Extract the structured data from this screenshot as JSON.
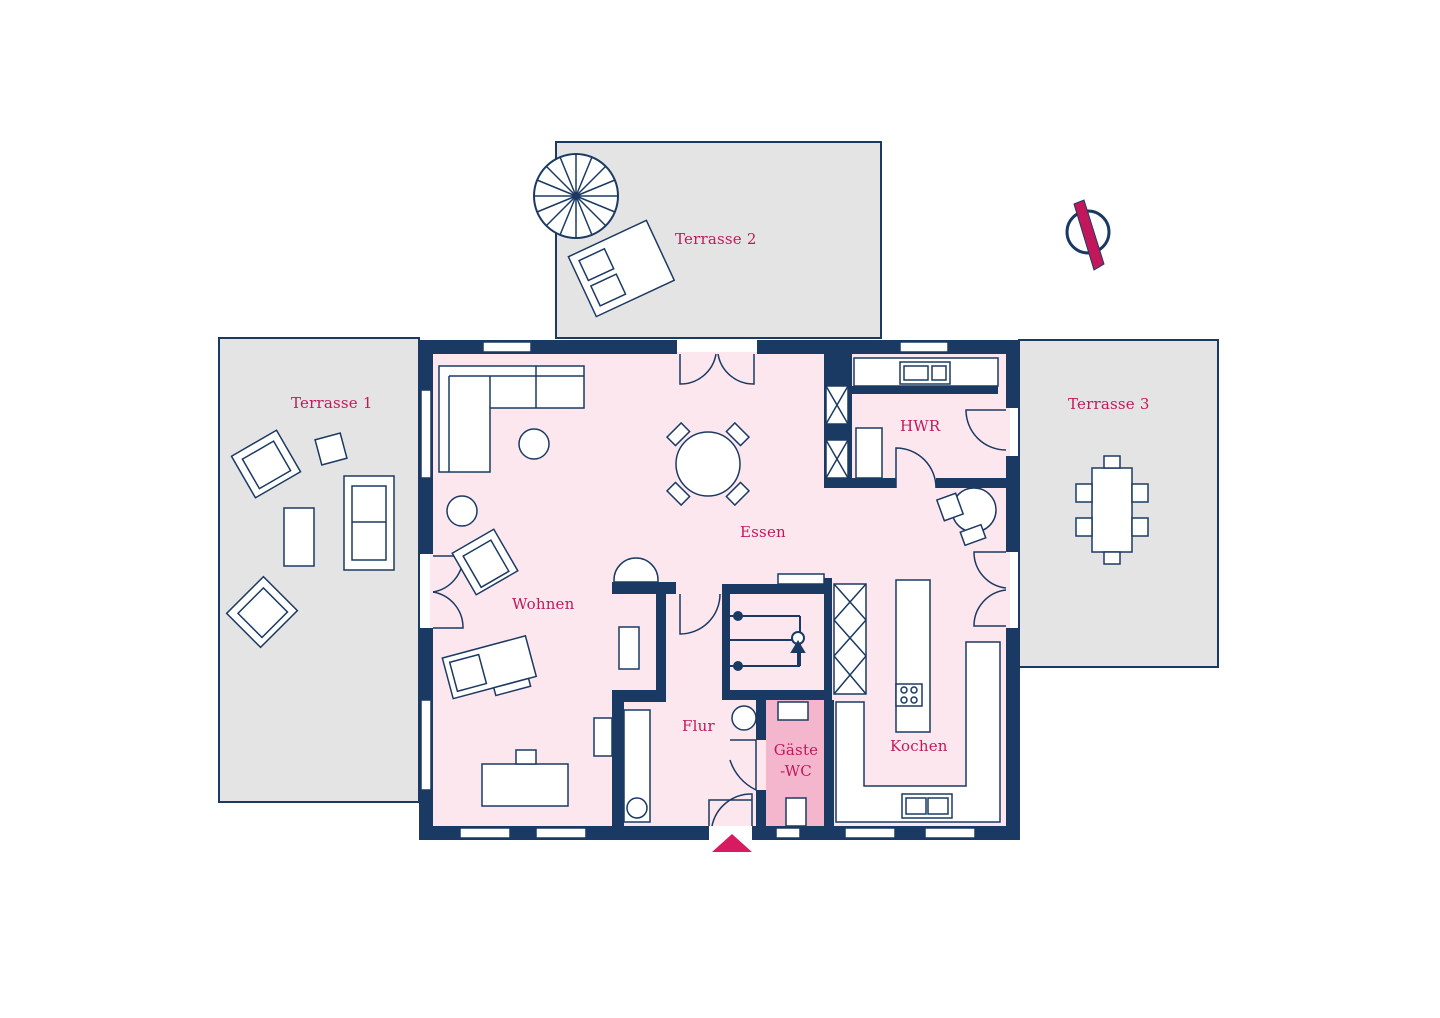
{
  "colors": {
    "wall": "#1b3a63",
    "interior": "#fde7ef",
    "guest_wc": "#f4b6cc",
    "terrace": "#e4e4e4",
    "label": "#c2185b",
    "entrance": "#d81b60",
    "compass": "#c2185b",
    "background": "#ffffff"
  },
  "rooms": {
    "terrace1": "Terrasse 1",
    "terrace2": "Terrasse 2",
    "terrace3": "Terrasse 3",
    "living": "Wohnen",
    "dining": "Essen",
    "utility": "HWR",
    "hallway": "Flur",
    "guest_wc_line1": "Gäste",
    "guest_wc_line2": "-WC",
    "kitchen": "Kochen"
  },
  "icons": {
    "compass": "north-arrow-icon",
    "entrance": "entrance-triangle-icon",
    "parasol": "parasol-icon"
  }
}
